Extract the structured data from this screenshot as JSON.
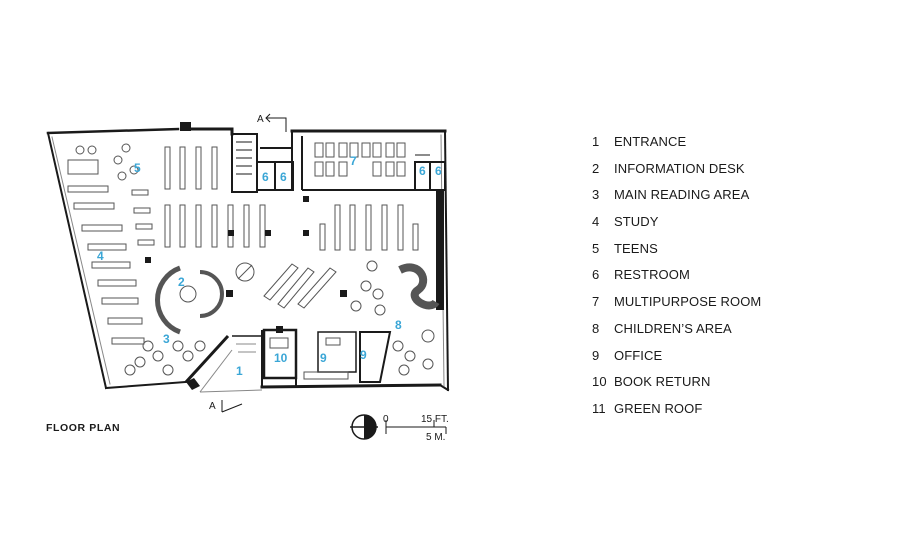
{
  "plan_title": "FLOOR PLAN",
  "legend": [
    {
      "num": "1",
      "label": "ENTRANCE"
    },
    {
      "num": "2",
      "label": "INFORMATION DESK"
    },
    {
      "num": "3",
      "label": "MAIN READING AREA"
    },
    {
      "num": "4",
      "label": "STUDY"
    },
    {
      "num": "5",
      "label": "TEENS"
    },
    {
      "num": "6",
      "label": "RESTROOM"
    },
    {
      "num": "7",
      "label": "MULTIPURPOSE ROOM"
    },
    {
      "num": "8",
      "label": "CHILDREN’S AREA"
    },
    {
      "num": "9",
      "label": "OFFICE"
    },
    {
      "num": "10",
      "label": "BOOK RETURN"
    },
    {
      "num": "11",
      "label": "GREEN ROOF"
    }
  ],
  "room_labels": {
    "entrance": "1",
    "info_desk": "2",
    "reading": "3",
    "study": "4",
    "teens": "5",
    "restroom_a": "6",
    "restroom_b": "6",
    "restroom_c": "6",
    "restroom_d": "6",
    "multipurpose": "7",
    "children": "8",
    "office_a": "9",
    "office_b": "9",
    "book_return": "10"
  },
  "section_marker": "A",
  "scale": {
    "feet_zero": "0",
    "feet": "15 FT.",
    "meters": "5 M."
  },
  "colors": {
    "room_number": "#3aa6d6",
    "wall": "#1a1a1a",
    "line": "#555555"
  }
}
